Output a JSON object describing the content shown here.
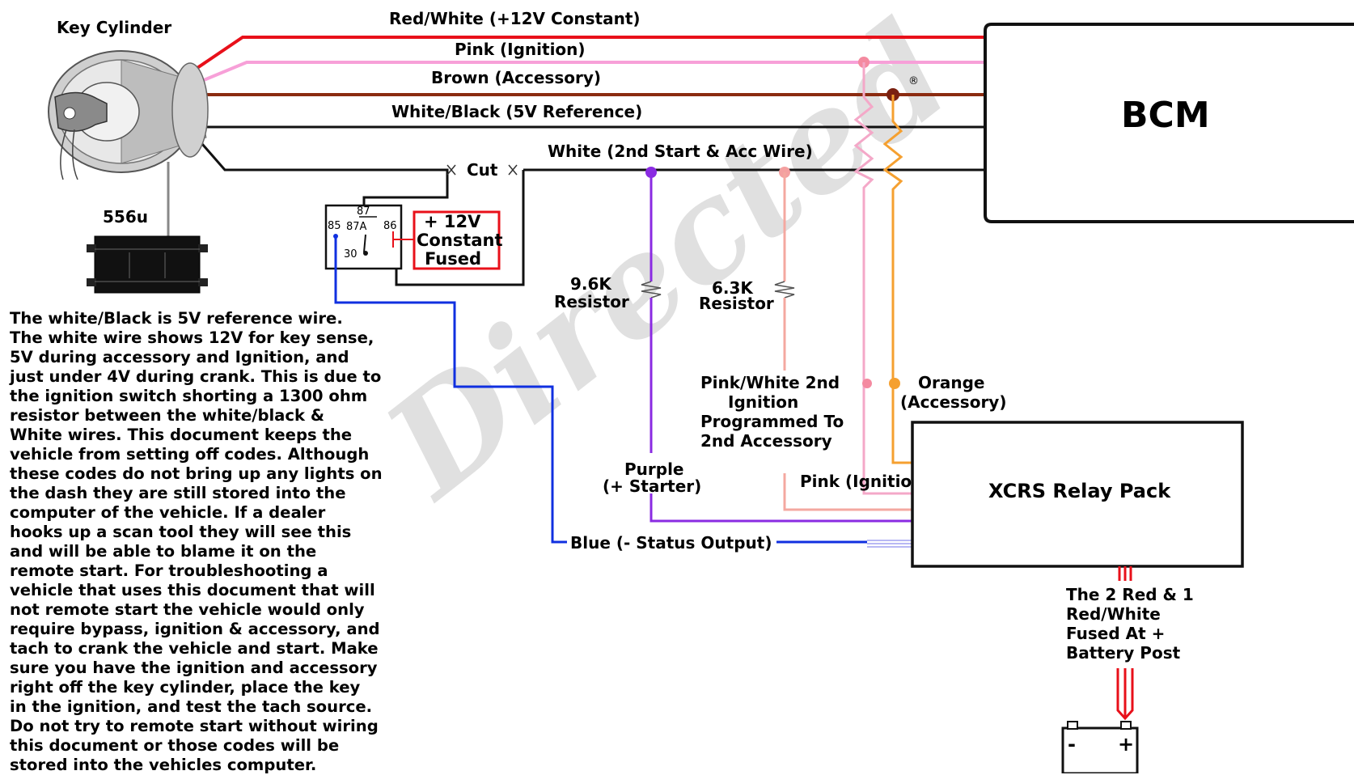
{
  "labels": {
    "key_cylinder": "Key Cylinder",
    "module_556u": "556u",
    "bcm": "BCM",
    "xcrs": "XCRS Relay Pack",
    "watermark": "Directed",
    "cut": "Cut"
  },
  "wires": {
    "red_white": "Red/White (+12V Constant)",
    "pink": "Pink (Ignition)",
    "brown": "Brown (Accessory)",
    "white_black": "White/Black (5V Reference)",
    "white": "White (2nd Start & Acc Wire)"
  },
  "relay": {
    "pin_87": "87",
    "pin_85": "85",
    "pin_87a": "87A",
    "pin_86": "86",
    "pin_30": "30",
    "fused_line1": "+ 12V",
    "fused_line2": "Constant",
    "fused_line3": "Fused"
  },
  "resistors": {
    "r1_value": "9.6K",
    "r1_label": "Resistor",
    "r2_value": "6.3K",
    "r2_label": "Resistor"
  },
  "xcrs_wires": {
    "pink_white_1": "Pink/White 2nd",
    "pink_white_2": "Ignition",
    "pink_white_3": "Programmed To",
    "pink_white_4": "2nd Accessory",
    "orange_1": "Orange",
    "orange_2": "(Accessory)",
    "purple_1": "Purple",
    "purple_2": "(+ Starter)",
    "pink_ignition": "Pink (Ignition)",
    "blue": "Blue (- Status Output)"
  },
  "power": {
    "line1": "The 2 Red & 1",
    "line2": "Red/White",
    "line3": "Fused At +",
    "line4": "Battery Post",
    "battery_minus": "-",
    "battery_plus": "+"
  },
  "description": "The white/Black is 5V reference wire.\nThe white wire shows 12V for key sense,\n5V during accessory and Ignition, and\njust under 4V during crank. This is due to\nthe ignition switch shorting a 1300 ohm\nresistor between the white/black &\nWhite wires. This document keeps the\nvehicle from setting off codes. Although\nthese codes do not bring up any lights on\nthe dash they are still stored into the\ncomputer of the vehicle. If a dealer\nhooks up a scan tool they will see this\nand will be able to blame it on the\nremote start. For troubleshooting a\nvehicle that uses this document that will\nnot remote start the vehicle would only\nrequire bypass, ignition & accessory, and\ntach to crank the vehicle and start. Make\nsure you have the ignition and accessory\nright off the key cylinder, place the key\nin the ignition, and test the tach source.\nDo not try to remote start without wiring\nthis document or those codes will be\nstored into the vehicles computer.",
  "colors": {
    "red": "#e8101a",
    "pink": "#f7a0d8",
    "brown": "#8b2b10",
    "purple": "#8a2be2",
    "salmon": "#f4a8a0",
    "light_pink": "#f4a8c8",
    "orange": "#f5a030",
    "blue": "#1030e0"
  }
}
